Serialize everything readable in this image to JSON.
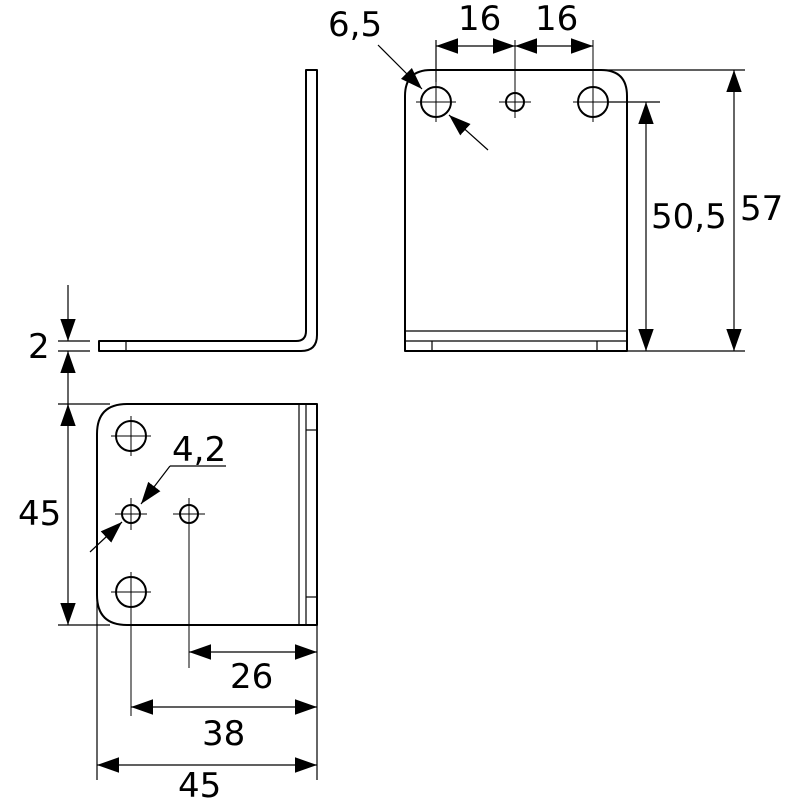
{
  "drawing": {
    "dimensions": {
      "thickness": "2",
      "hole_large_diameter": "6,5",
      "hole_small_diameter": "4,2",
      "front_hole_spacing_left": "16",
      "front_hole_spacing_right": "16",
      "front_inner_height": "50,5",
      "front_total_height": "57",
      "top_total_height": "45",
      "top_hole_offset_26": "26",
      "top_hole_offset_38": "38",
      "top_total_width": "45"
    }
  }
}
